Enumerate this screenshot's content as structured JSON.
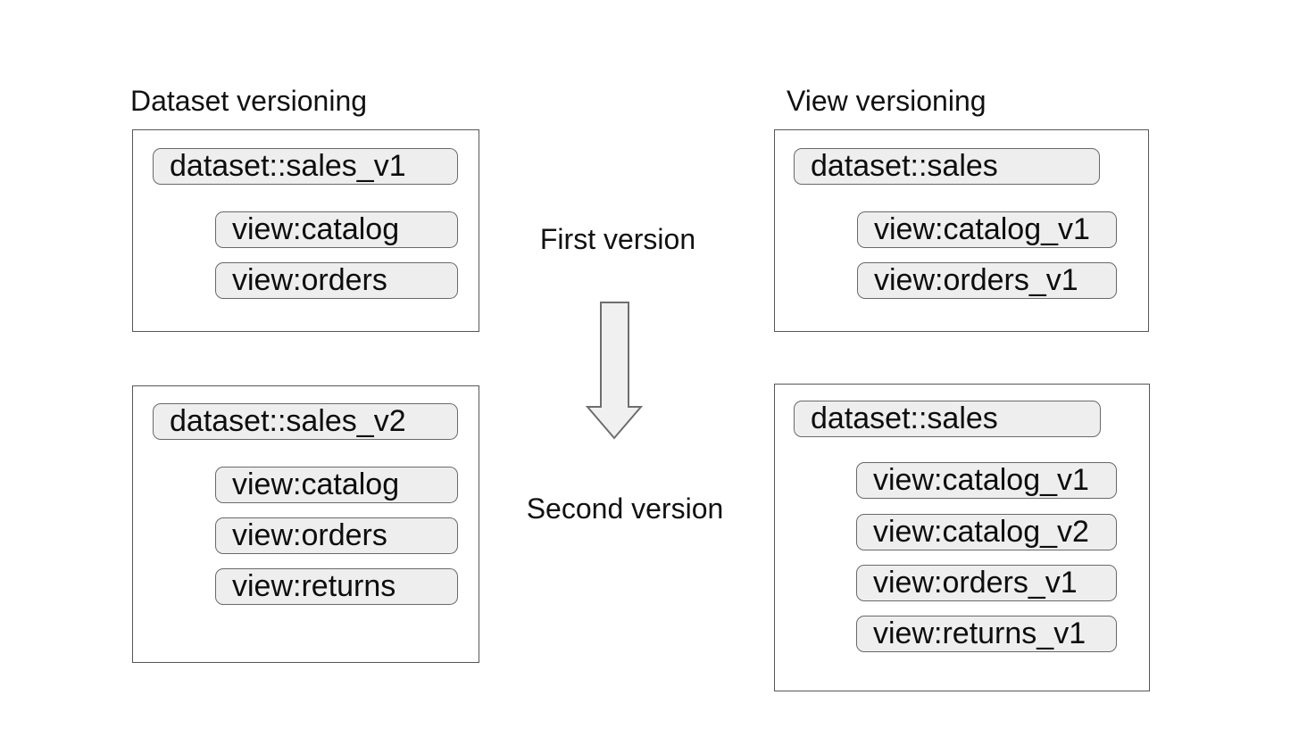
{
  "diagram": {
    "left": {
      "title": "Dataset versioning",
      "first": {
        "dataset": "dataset::sales_v1",
        "views": [
          "view:catalog",
          "view:orders"
        ]
      },
      "second": {
        "dataset": "dataset::sales_v2",
        "views": [
          "view:catalog",
          "view:orders",
          "view:returns"
        ]
      }
    },
    "right": {
      "title": "View versioning",
      "first": {
        "dataset": "dataset::sales",
        "views": [
          "view:catalog_v1",
          "view:orders_v1"
        ]
      },
      "second": {
        "dataset": "dataset::sales",
        "views": [
          "view:catalog_v1",
          "view:catalog_v2",
          "view:orders_v1",
          "view:returns_v1"
        ]
      }
    },
    "center": {
      "first_label": "First version",
      "second_label": "Second version",
      "arrow_icon": "down-arrow"
    },
    "colors": {
      "background": "#ffffff",
      "text": "#111111",
      "box_border": "#575757",
      "pill_fill": "#eeeeee",
      "pill_border": "#696969",
      "arrow_fill": "#f0f0f0",
      "arrow_stroke": "#6e6e6e"
    }
  }
}
